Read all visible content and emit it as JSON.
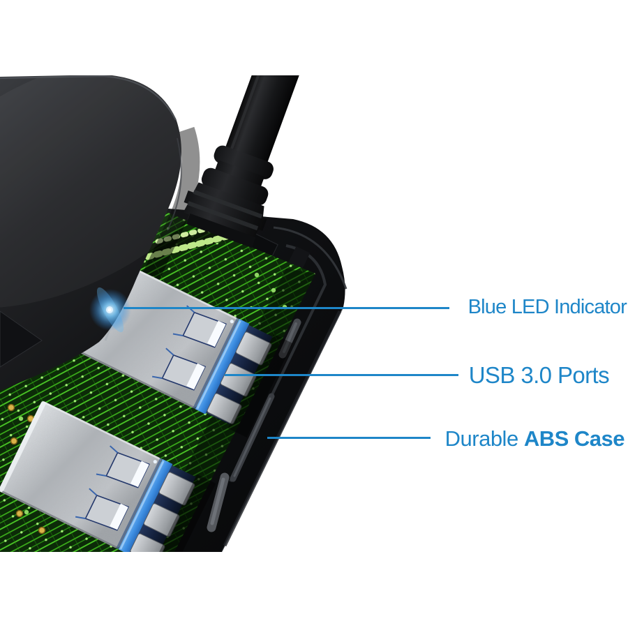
{
  "image_type": "product-feature-render",
  "product": "USB 3.0 hub cutaway view",
  "colors": {
    "accent": "#1e86c8",
    "background": "#ffffff",
    "case_plastic": "#1c1d20",
    "pcb_green": "#0c2b08",
    "trace_green": "#3fb71c",
    "port_metal": "#b9bdc1",
    "usb3_tongue": "#3e8fe2",
    "led_glow": "#7cc8f7"
  },
  "callouts": [
    {
      "id": "blue-led-indicator",
      "normal": "Blue LED Indicator",
      "bold": ""
    },
    {
      "id": "usb-3-ports",
      "normal": "USB 3.0 Ports",
      "bold": ""
    },
    {
      "id": "durable-abs-case",
      "normal": "Durable ",
      "bold": "ABS Case"
    }
  ]
}
